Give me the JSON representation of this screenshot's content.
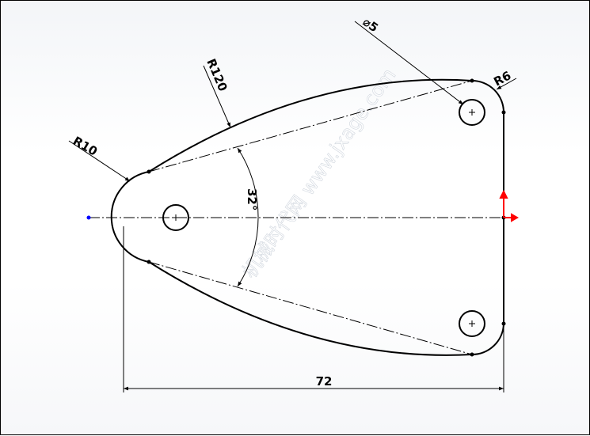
{
  "drawing": {
    "dimensions": {
      "r10": "R10",
      "r120": "R120",
      "dia5": "⌀5",
      "r6": "R6",
      "angle": "32°",
      "length": "72"
    },
    "watermark": "机械时代网 www.jxage.com",
    "colors": {
      "outline": "#000000",
      "centerline": "#000000",
      "origin_x_arrow": "#ff0000",
      "origin_y_arrow": "#ff0000",
      "left_point": "#0000ff"
    }
  }
}
